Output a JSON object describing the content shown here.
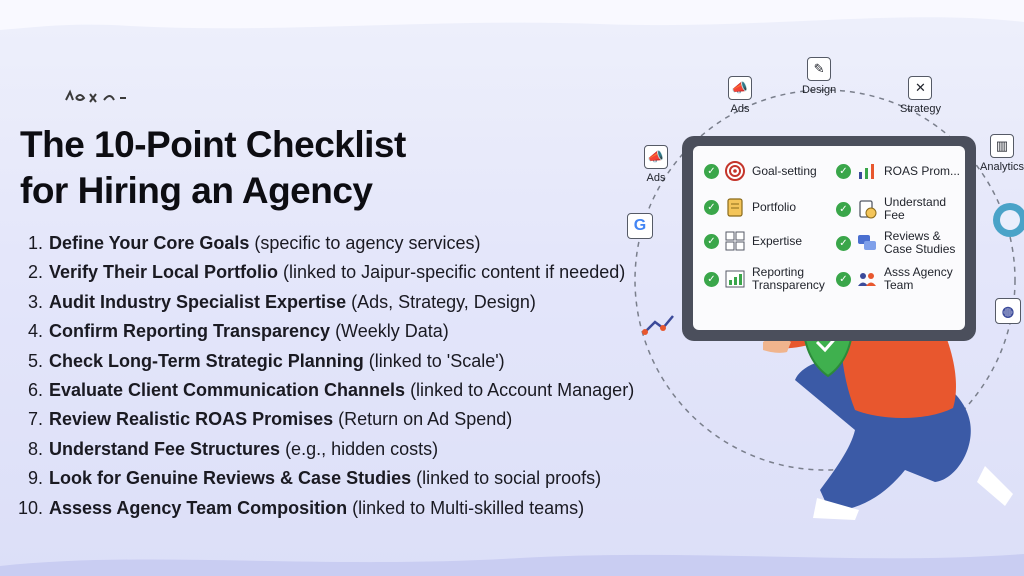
{
  "heading": {
    "line1": "The 10-Point Checklist",
    "line2": "for Hiring an Agency"
  },
  "checklist": [
    {
      "num": "1.",
      "bold": "Define Your Core Goals",
      "note": " (specific to agency services)"
    },
    {
      "num": "2.",
      "bold": "Verify Their Local Portfolio",
      "note": " (linked to Jaipur-specific content if needed)"
    },
    {
      "num": "3.",
      "bold": "Audit Industry Specialist Expertise",
      "note": " (Ads, Strategy, Design)"
    },
    {
      "num": "4.",
      "bold": "Confirm Reporting Transparency",
      "note": " (Weekly Data)"
    },
    {
      "num": "5.",
      "bold": "Check Long-Term Strategic Planning",
      "note": " (linked to 'Scale')"
    },
    {
      "num": "6.",
      "bold": "Evaluate Client Communication Channels",
      "note": " (linked to Account Manager)"
    },
    {
      "num": "7.",
      "bold": "Review Realistic ROAS Promises",
      "note": " (Return on Ad Spend)"
    },
    {
      "num": "8.",
      "bold": "Understand Fee Structures",
      "note": " (e.g., hidden costs)"
    },
    {
      "num": "9.",
      "bold": "Look for Genuine Reviews & Case Studies",
      "note": " (linked to social proofs)"
    },
    {
      "num": "10.",
      "bold": "Assess Agency Team Composition",
      "note": " (linked to Multi-skilled teams)"
    }
  ],
  "tablet_items": {
    "goal": "Goal-setting",
    "roas": "ROAS Prom...",
    "portfolio": "Portfolio",
    "fee_1": "Understand",
    "fee_2": "Fee",
    "expertise": "Expertise",
    "reviews_1": "Reviews &",
    "reviews_2": "Case Studies",
    "reporting_1": "Reporting",
    "reporting_2": "Transparency",
    "team_1": "Asss Agency",
    "team_2": "Team"
  },
  "orbit_labels": {
    "ads_top": "Ads",
    "design": "Design",
    "strategy": "Strategy",
    "ads_left": "Ads",
    "analytics": "Analytics"
  },
  "icons": [
    "megaphone-icon",
    "design-tools-icon",
    "strategy-icon",
    "analytics-icon",
    "google-icon",
    "globe-icon",
    "trend-icon",
    "shield-check-icon",
    "target-icon",
    "document-icon",
    "fee-icon",
    "chart-icon",
    "chat-icon",
    "people-icon"
  ],
  "colors": {
    "check_green": "#3aa64a",
    "shield_green": "#3fb04e",
    "shirt_orange": "#e8572e",
    "jeans_blue": "#3b5aa6",
    "tablet_frame": "#4b4f5c"
  }
}
